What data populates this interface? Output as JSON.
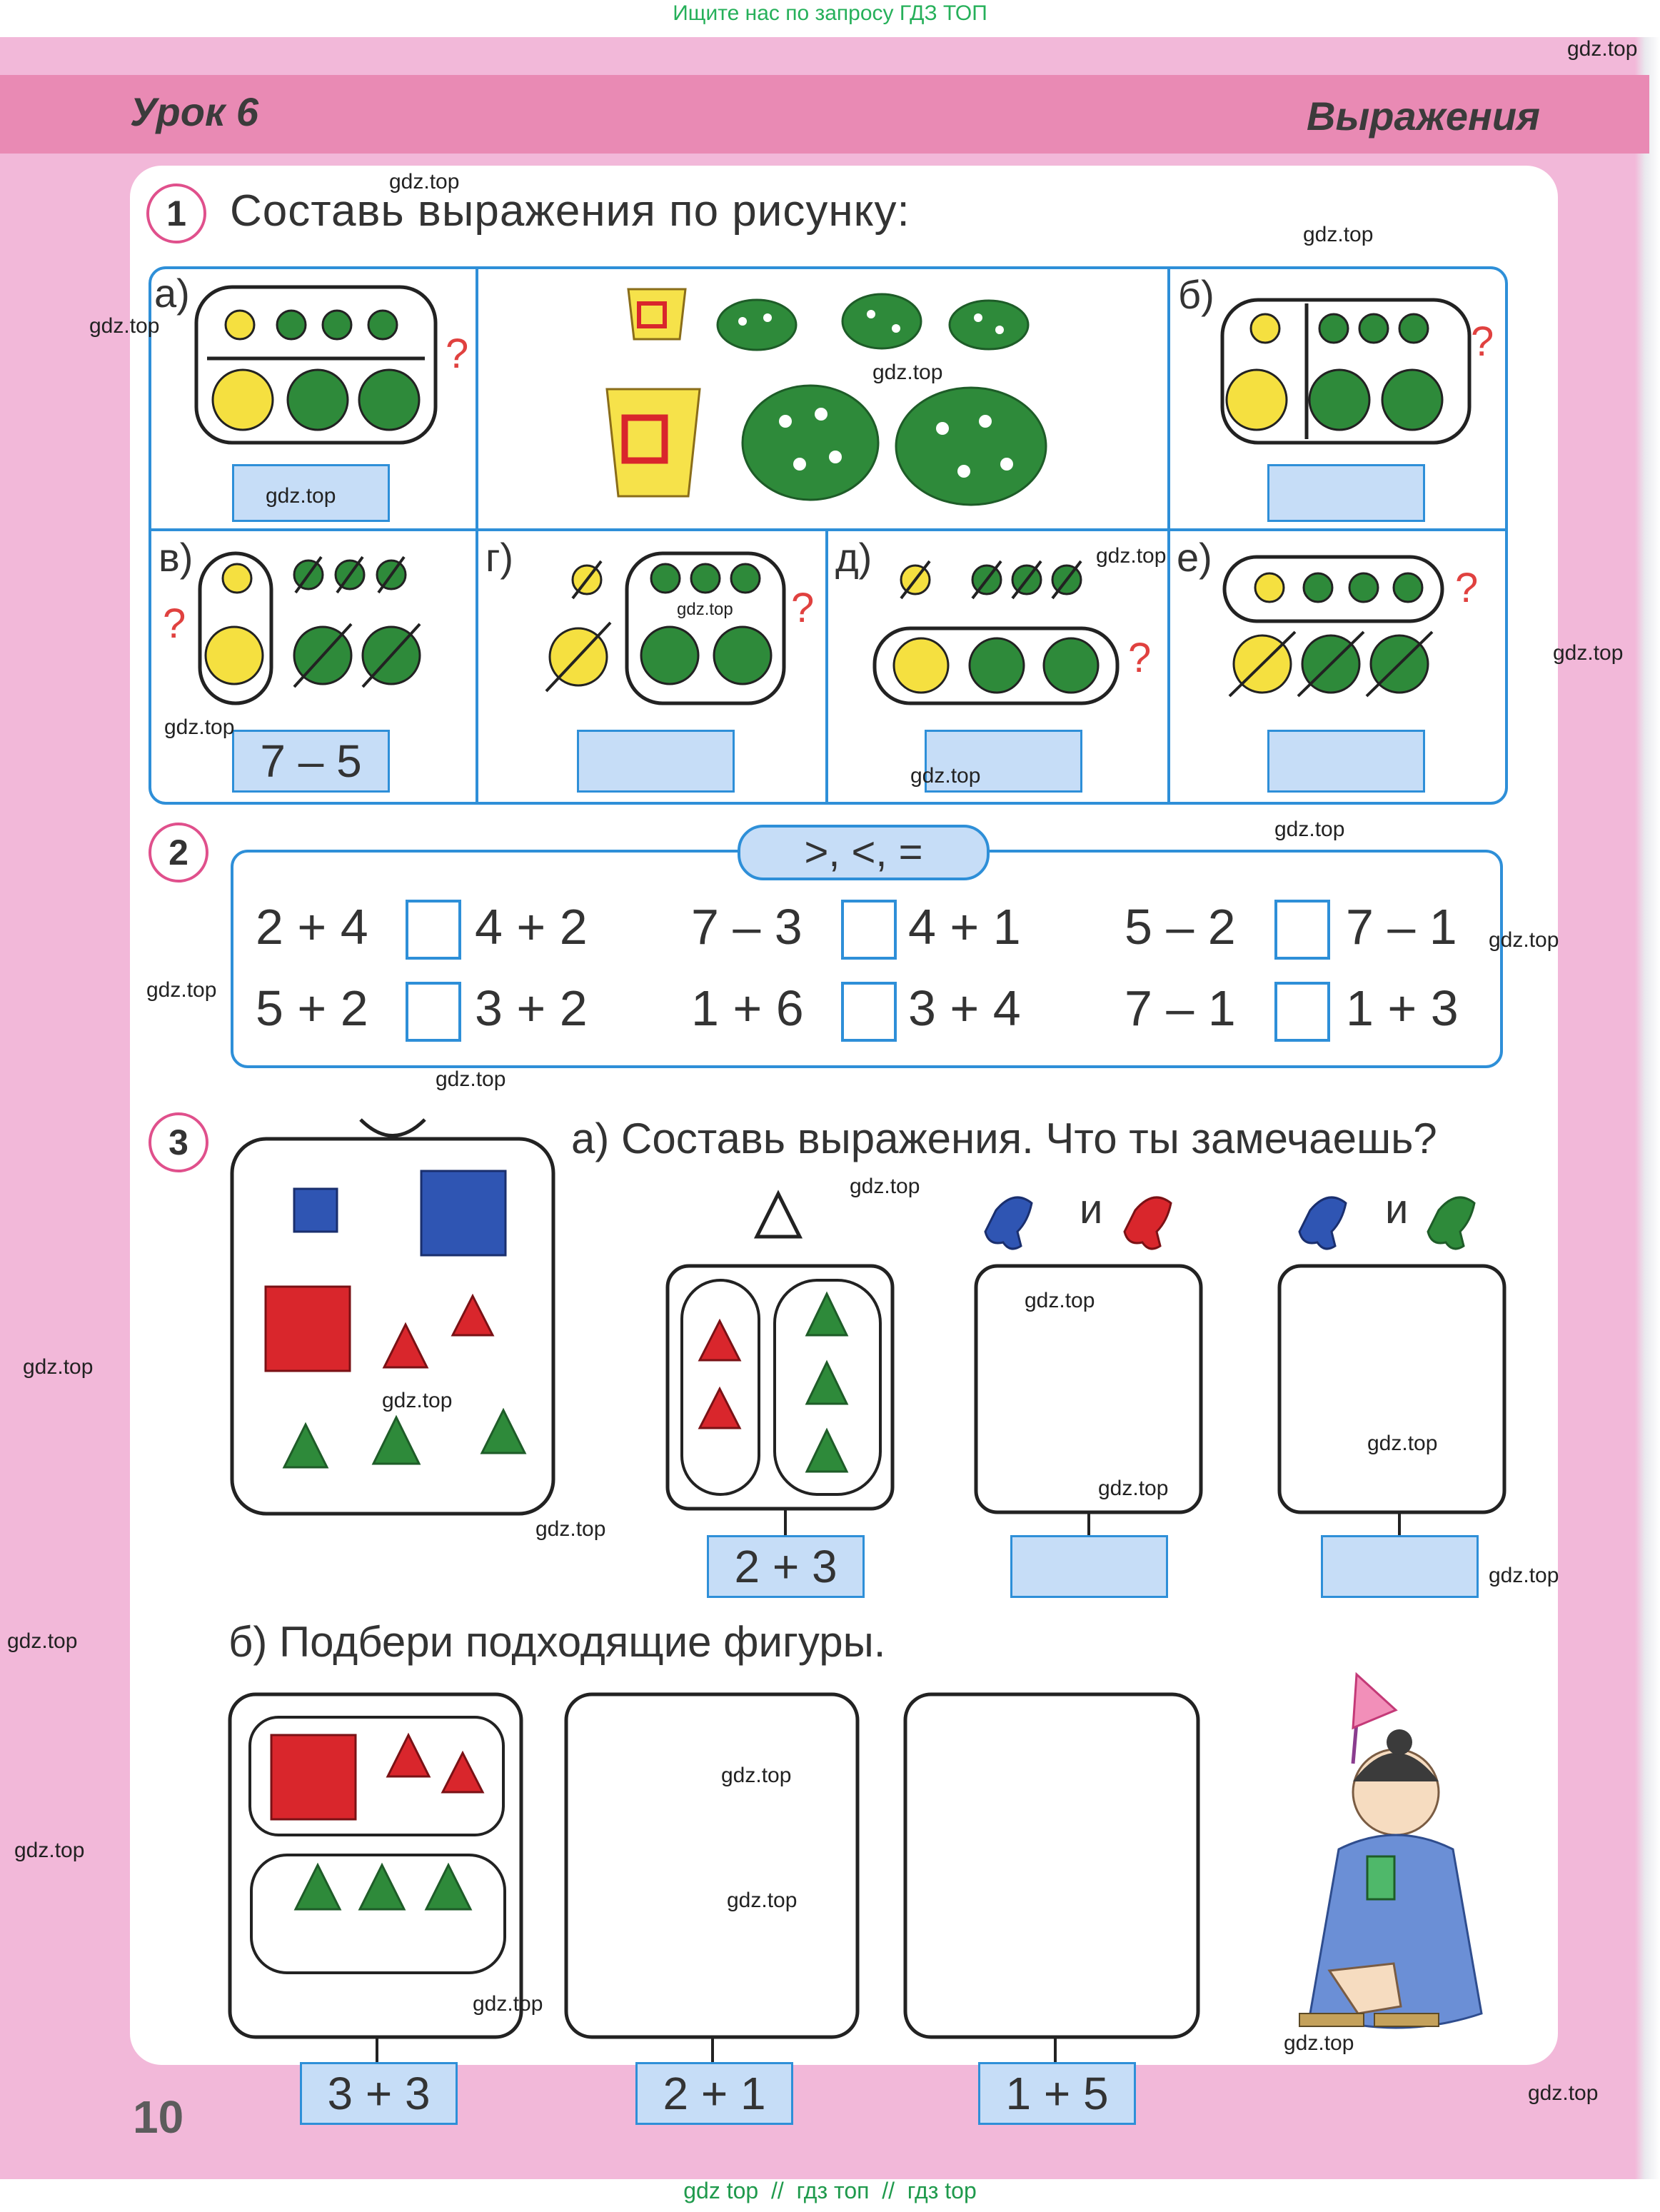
{
  "top_link": "Ищите нас по запросу ГДЗ ТОП",
  "header": {
    "lesson": "Урок 6",
    "topic": "Выражения"
  },
  "watermark": "gdz.top",
  "task1": {
    "number": "1",
    "text": "Составь выражения по рисунку:",
    "cells": {
      "a": "а)",
      "b": "б)",
      "v": "в)",
      "g": "г)",
      "d": "д)",
      "e": "е)"
    },
    "question_mark": "?",
    "answer_v": "7 – 5"
  },
  "task2": {
    "number": "2",
    "signs": ">, <, =",
    "rows": [
      [
        [
          "2 + 4",
          "4 + 2"
        ],
        [
          "7 – 3",
          "4 + 1"
        ],
        [
          "5 – 2",
          "7 – 1"
        ]
      ],
      [
        [
          "5 + 2",
          "3 + 2"
        ],
        [
          "1 + 6",
          "3 + 4"
        ],
        [
          "7 – 1",
          "1 + 3"
        ]
      ]
    ]
  },
  "task3": {
    "number": "3",
    "part_a": "а) Составь выражения. Что ты замечаешь?",
    "and_word": "и",
    "answer_a1": "2 + 3",
    "part_b": "б) Подбери подходящие фигуры.",
    "answers_b": [
      "3 + 3",
      "2 + 1",
      "1 + 5"
    ]
  },
  "page_number": "10",
  "bottom_links": "gdz top  //  гдз топ  //  гдз top",
  "colors": {
    "pink_band": "#e98ab4",
    "page_pink": "#f2b8d9",
    "frame_blue": "#2e8fd8",
    "answer_fill": "#c6ddf7",
    "dot_green": "#2e8a3a",
    "dot_yellow": "#f5e040",
    "shape_red": "#d9262c",
    "shape_blue": "#2f55b3"
  }
}
